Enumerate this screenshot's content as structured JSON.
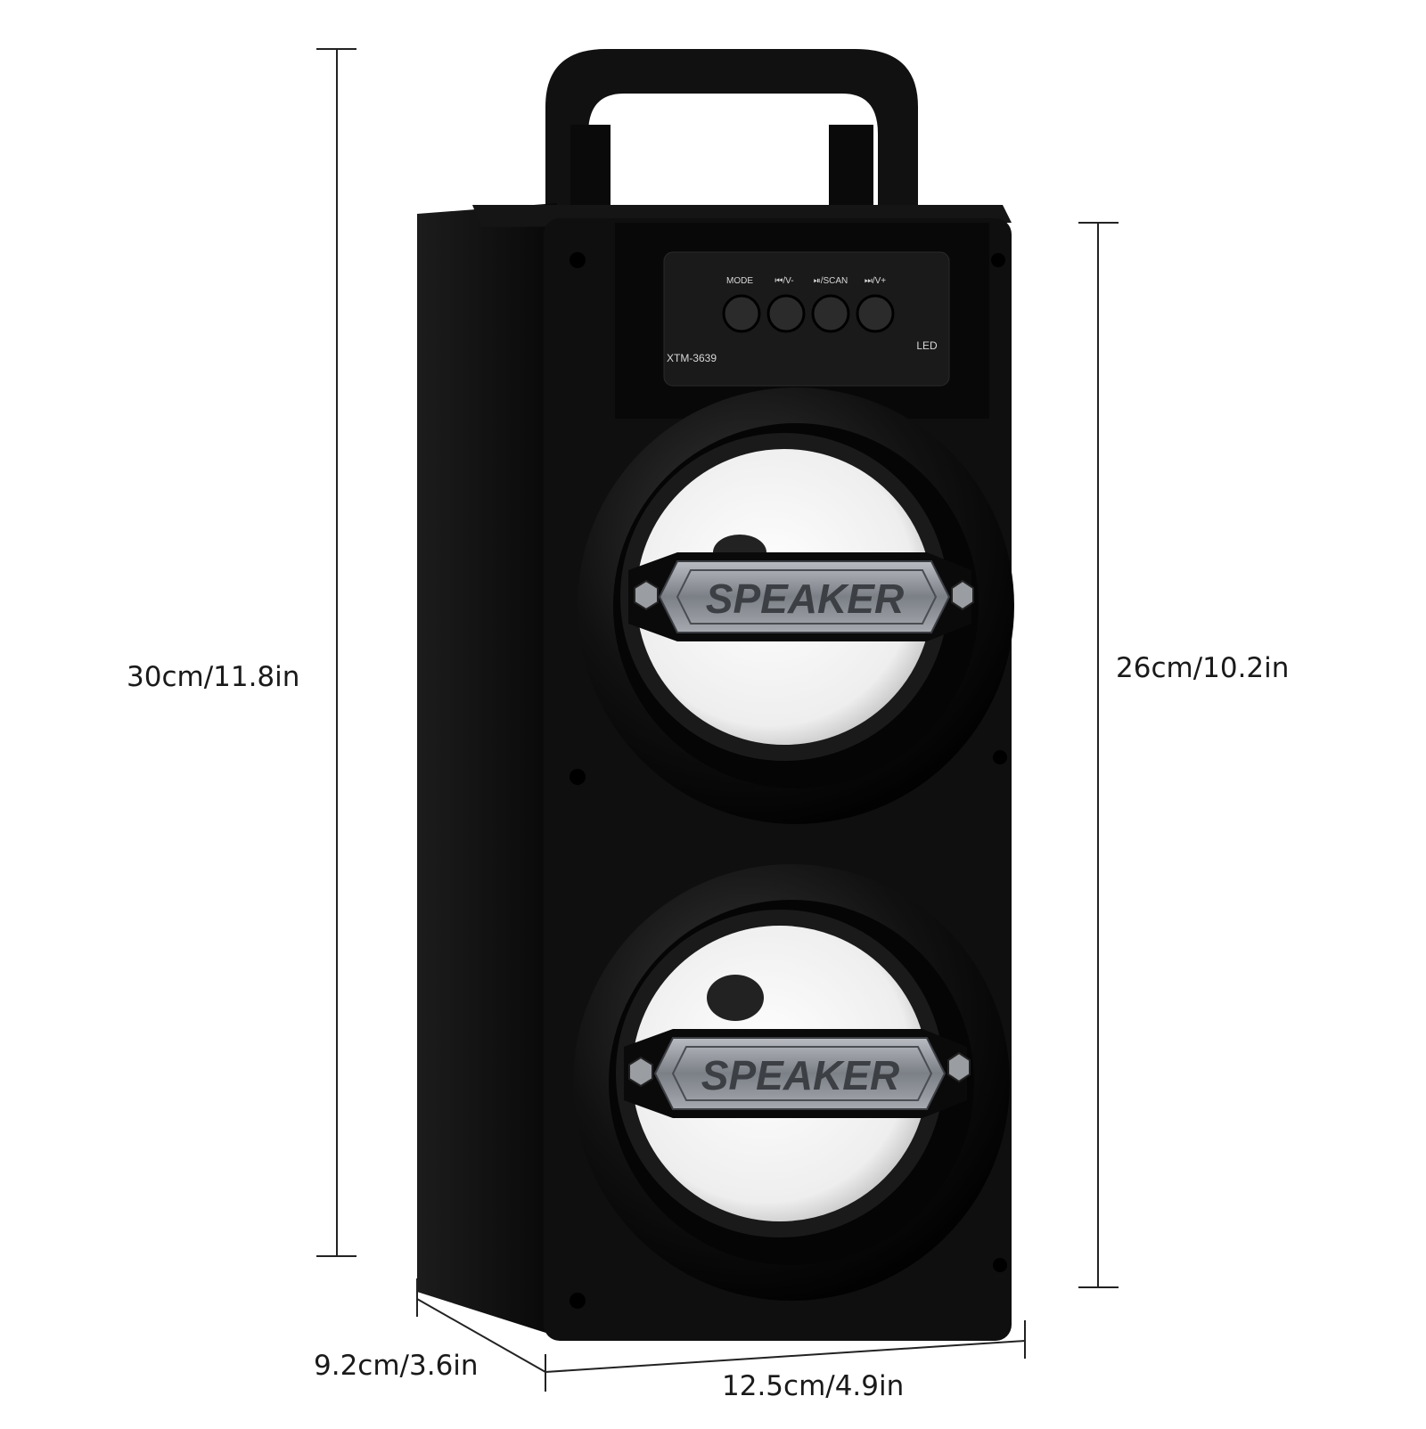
{
  "dimensions": {
    "height_total": "30cm/11.8in",
    "height_body": "26cm/10.2in",
    "depth": "9.2cm/3.6in",
    "width": "12.5cm/4.9in"
  },
  "control_panel": {
    "buttons": [
      {
        "label": "MODE",
        "icon": "mode-button"
      },
      {
        "label": "⏮/V-",
        "icon": "prev-volume-down-button"
      },
      {
        "label": "⏯/SCAN",
        "icon": "play-pause-scan-button"
      },
      {
        "label": "⏭/V+",
        "icon": "next-volume-up-button"
      }
    ],
    "model": "XTM-3639",
    "led_label": "LED"
  },
  "speakers": [
    {
      "badge": "SPEAKER"
    },
    {
      "badge": "SPEAKER"
    }
  ],
  "colors": {
    "body": "#0d0d0d",
    "cone": "#f2f2f2",
    "badge": "#8c8f94",
    "dimension_line": "#222222"
  }
}
